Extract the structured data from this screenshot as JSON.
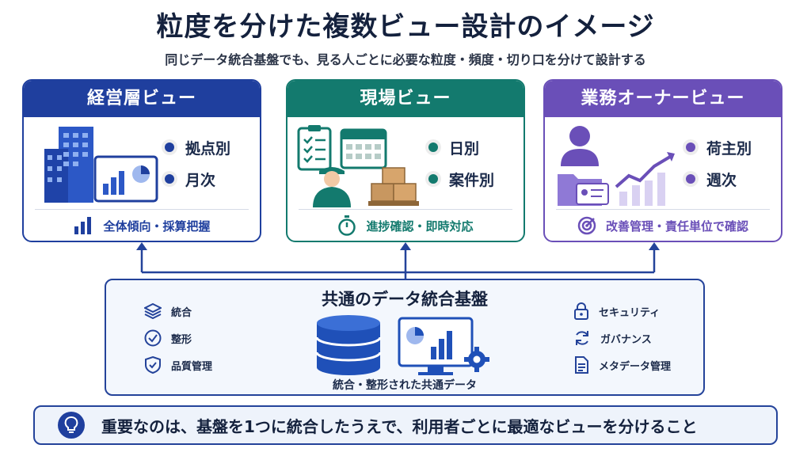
{
  "title": "粒度を分けた複数ビュー設計のイメージ",
  "subtitle": "同じデータ統合基盤でも、見る人ごとに必要な粒度・頻度・切り口を分けて設計する",
  "colors": {
    "executive": "#1f3f9e",
    "field": "#137a6e",
    "owner": "#6a4fb8",
    "base": "#24439a"
  },
  "views": [
    {
      "title": "経営層ビュー",
      "tags": [
        "拠点別",
        "月次"
      ],
      "footer": "全体傾向・採算把握",
      "footer_icon": "bar-chart-icon",
      "illustration": "building-dashboard-icon"
    },
    {
      "title": "現場ビュー",
      "tags": [
        "日別",
        "案件別"
      ],
      "footer": "進捗確認・即時対応",
      "footer_icon": "stopwatch-icon",
      "illustration": "worker-clipboard-calendar-icon"
    },
    {
      "title": "業務オーナービュー",
      "tags": [
        "荷主別",
        "週次"
      ],
      "footer": "改善管理・責任単位で確認",
      "footer_icon": "target-icon",
      "illustration": "owner-folder-trend-icon"
    }
  ],
  "base": {
    "title": "共通のデータ統合基盤",
    "left_items": [
      {
        "label": "統合",
        "icon": "layers-icon"
      },
      {
        "label": "整形",
        "icon": "check-circle-icon"
      },
      {
        "label": "品質管理",
        "icon": "shield-check-icon"
      }
    ],
    "right_items": [
      {
        "label": "セキュリティ",
        "icon": "lock-icon"
      },
      {
        "label": "ガバナンス",
        "icon": "refresh-icon"
      },
      {
        "label": "メタデータ管理",
        "icon": "document-icon"
      }
    ],
    "caption": "統合・整形された共通データ"
  },
  "bottom": {
    "text": "重要なのは、基盤を1つに統合したうえで、利用者ごとに最適なビューを分けること",
    "icon": "lightbulb-icon"
  }
}
